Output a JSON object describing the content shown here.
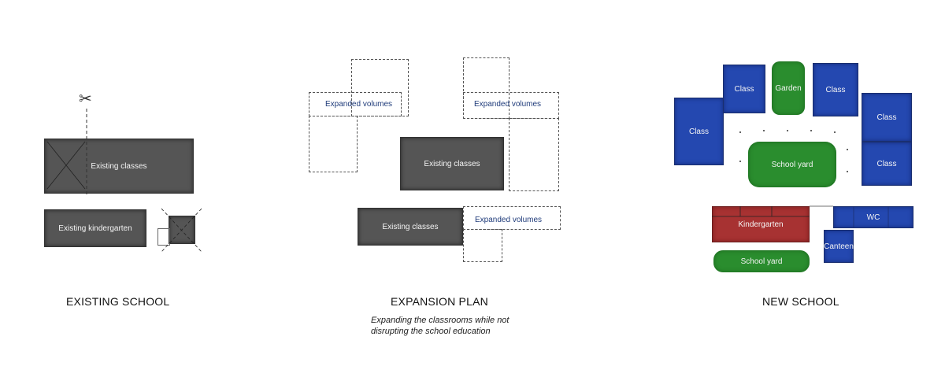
{
  "existing": {
    "classes_label": "Existing classes",
    "kindergarten_label": "Existing kindergarten",
    "caption": "EXISTING SCHOOL",
    "scissors_icon": "scissors-icon"
  },
  "expansion": {
    "expanded_volumes_label": "Expanded volumes",
    "classes_label": "Existing classes",
    "caption": "EXPANSION PLAN",
    "subcaption_line1": "Expanding the classrooms while not",
    "subcaption_line2": "disrupting the school education"
  },
  "new_school": {
    "class_label": "Class",
    "garden_label": "Garden",
    "school_yard_label": "School yard",
    "kindergarten_label": "Kindergarten",
    "wc_label": "WC",
    "canteen_label": "Canteen",
    "caption": "NEW SCHOOL"
  },
  "colors": {
    "existing_gray": "#555555",
    "class_blue": "#2448b0",
    "garden_green": "#2a8d2e",
    "kindergarten_red": "#a73232",
    "label_blue": "#1f3b7a"
  }
}
